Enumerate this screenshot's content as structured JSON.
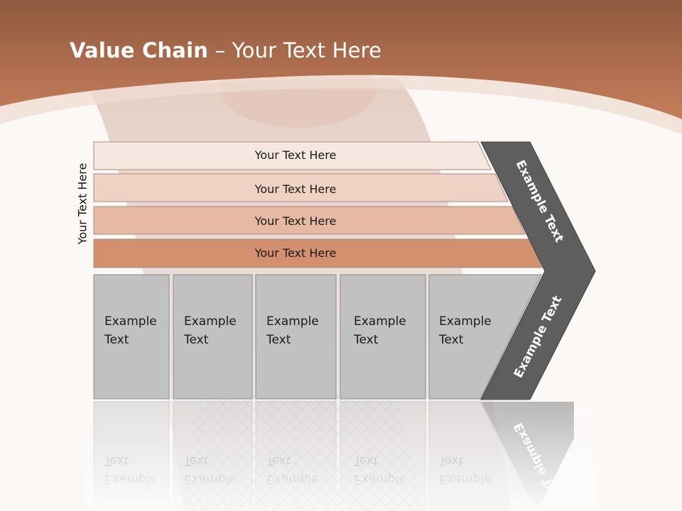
{
  "title": {
    "bold": "Value Chain",
    "rest": " – Your Text Here"
  },
  "side_label": "Your Text Here",
  "bands": [
    {
      "label": "Your Text Here",
      "color": "#f6e7e0"
    },
    {
      "label": "Your Text Here",
      "color": "#efd2c3"
    },
    {
      "label": "Your Text Here",
      "color": "#e5b9a2"
    },
    {
      "label": "Your Text Here",
      "color": "#d2906f"
    }
  ],
  "boxes": [
    {
      "line1": "Example",
      "line2": "Text"
    },
    {
      "line1": "Example",
      "line2": "Text"
    },
    {
      "line1": "Example",
      "line2": "Text"
    },
    {
      "line1": "Example",
      "line2": "Text"
    },
    {
      "line1": "Example",
      "line2": "Text"
    }
  ],
  "arrow": {
    "upper_label": "Example Text",
    "lower_label": "Example Text",
    "color": "#5e5e5e"
  },
  "colors": {
    "header": "#b87050",
    "box_fill": "#c1c1c1",
    "box_border": "#8c8c8c",
    "title": "#ffffff"
  }
}
